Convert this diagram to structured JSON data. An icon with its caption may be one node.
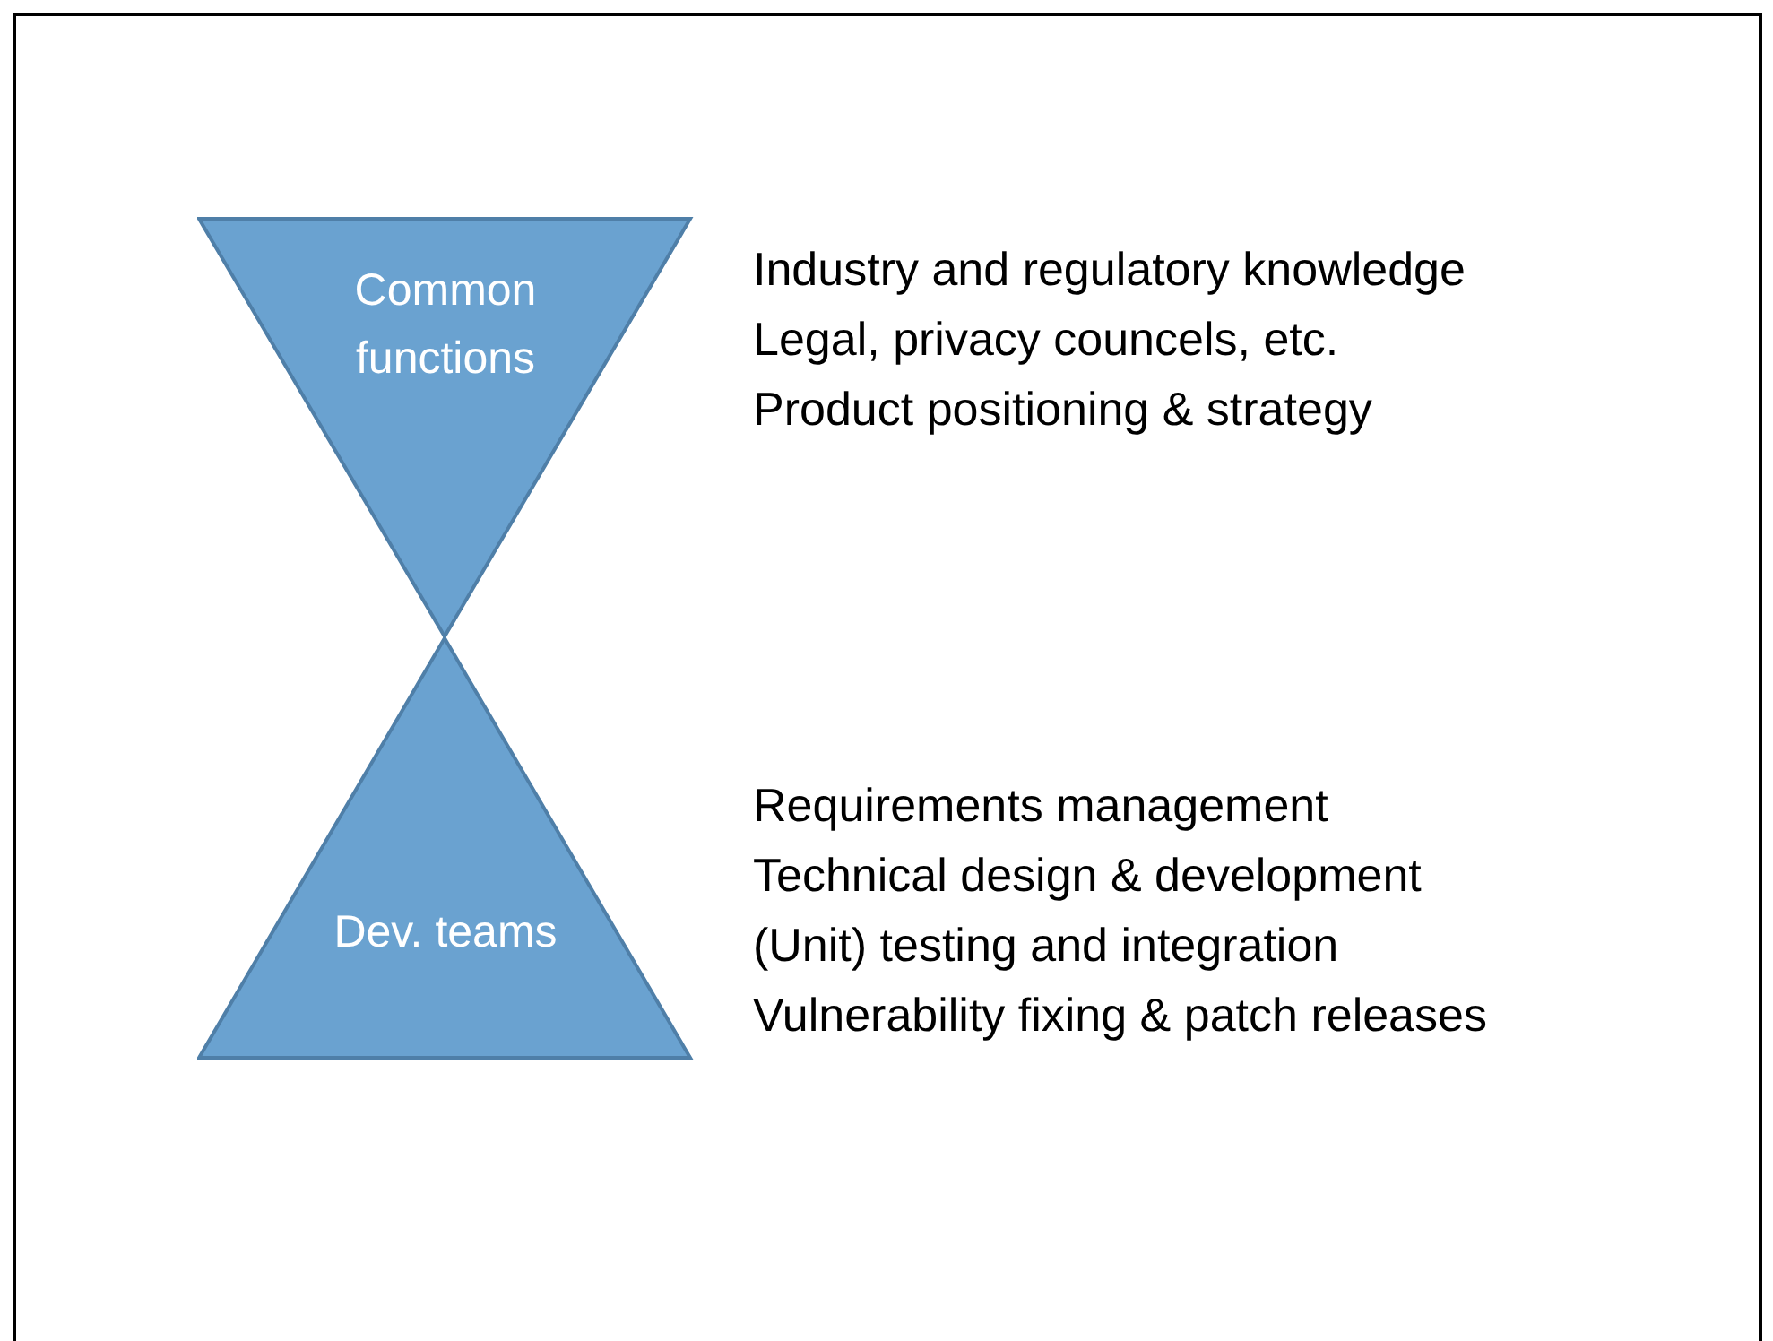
{
  "diagram": {
    "nodes": [
      {
        "text": [
          "Common functions"
        ]
      },
      {
        "text": [
          "Dev. teams"
        ]
      }
    ],
    "labels": [
      "Industry and regulatory knowledge",
      "Legal, privacy councels, etc.",
      "Product positioning & strategy",
      "Requirements management",
      "Technical design & development",
      "(Unit) testing and integration",
      "Vulnerability fixing & patch releases"
    ]
  }
}
